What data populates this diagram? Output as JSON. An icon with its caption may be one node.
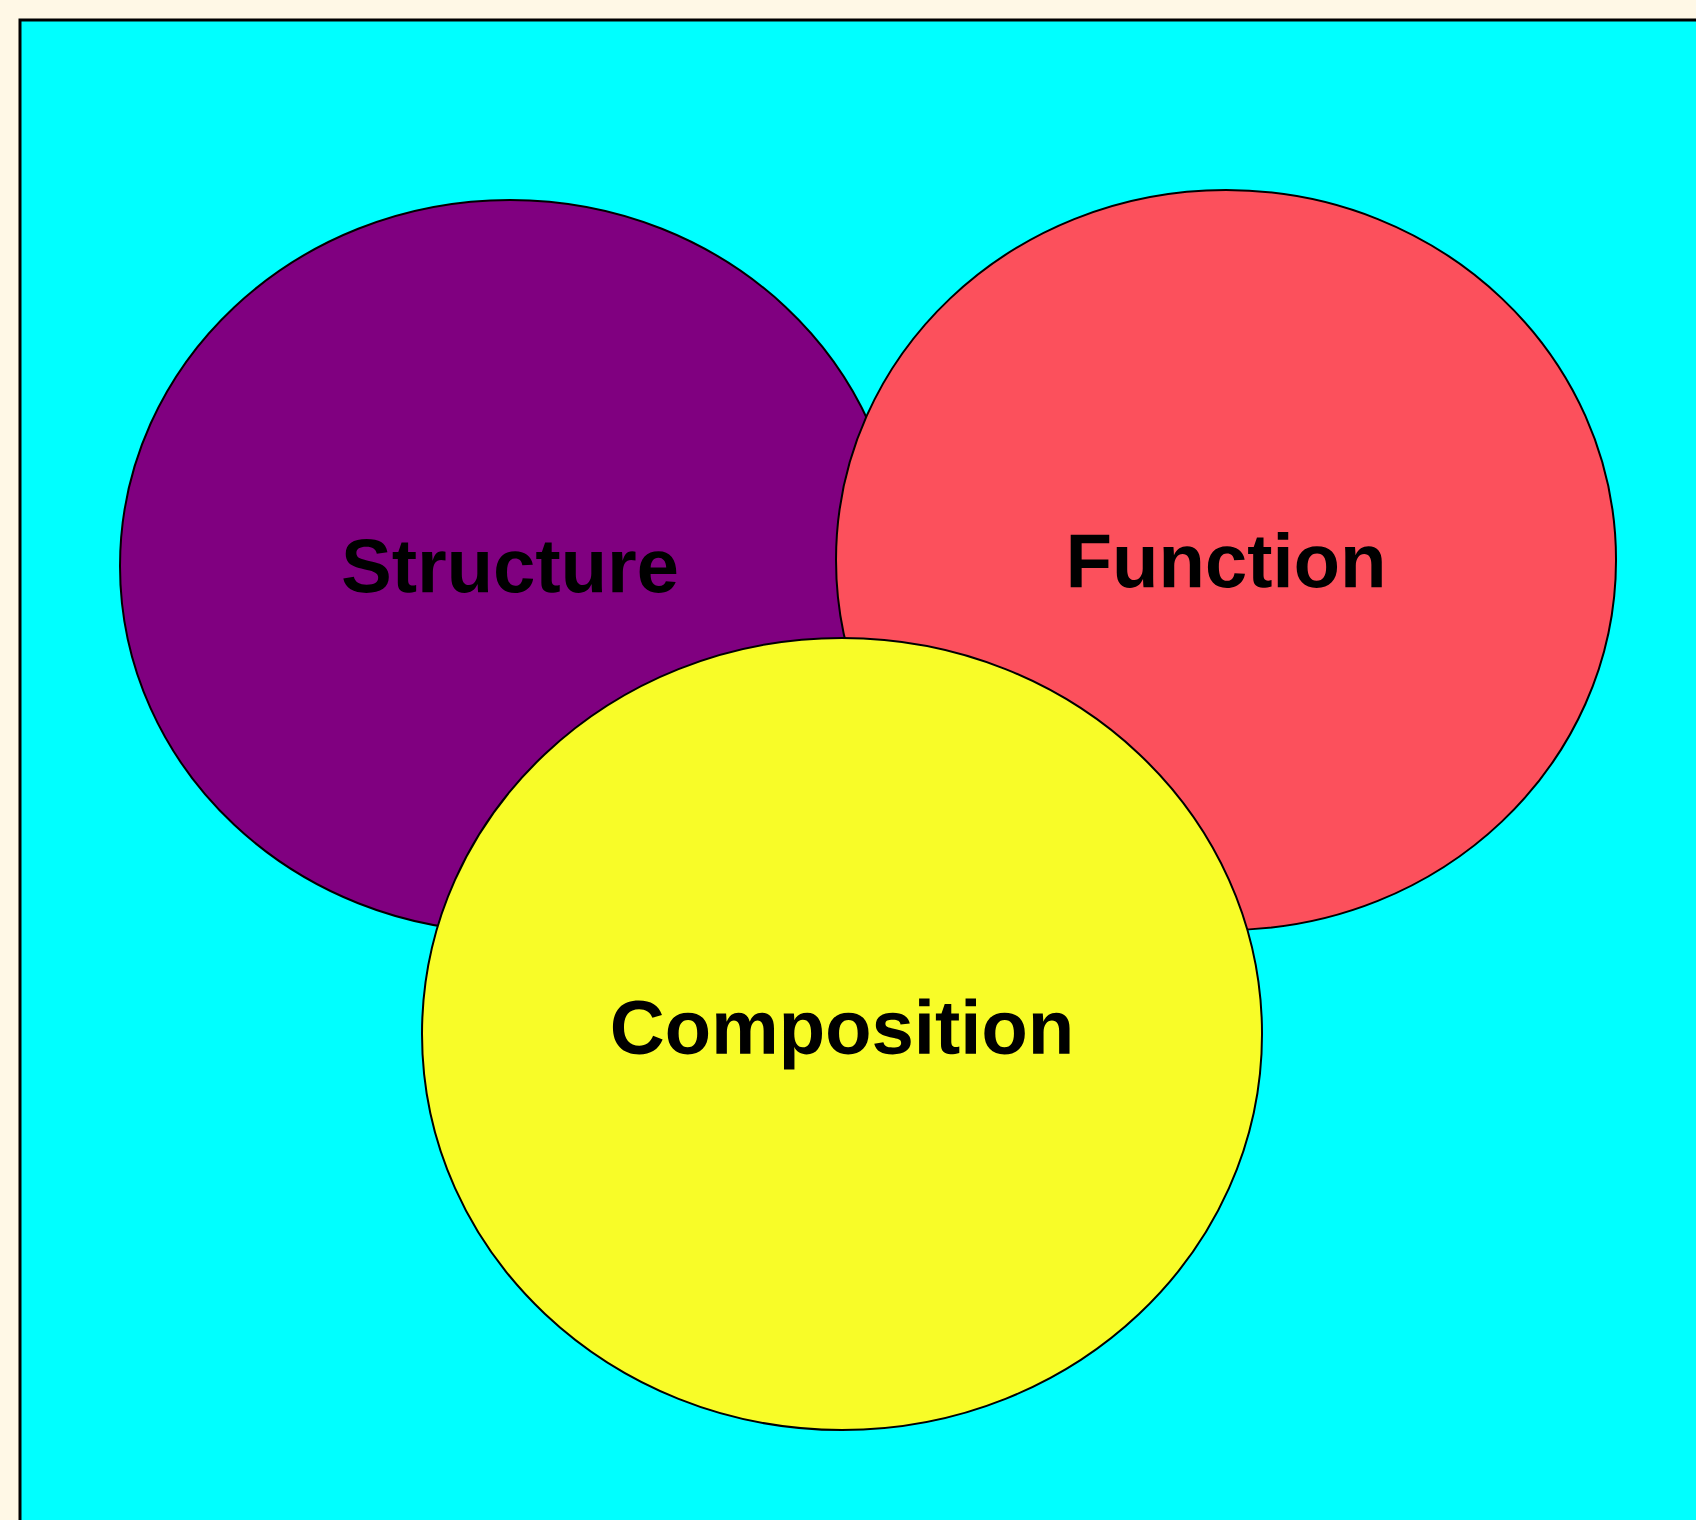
{
  "diagram": {
    "nodes": [
      {
        "text": [
          "Structure"
        ]
      },
      {
        "text": [
          "Function"
        ]
      },
      {
        "text": [
          "Composition"
        ]
      }
    ]
  }
}
